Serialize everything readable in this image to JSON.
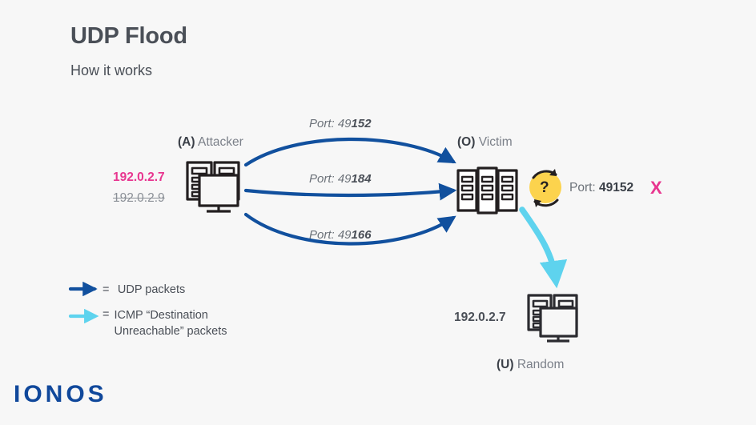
{
  "header": {
    "title": "UDP Flood",
    "subtitle": "How it works"
  },
  "colors": {
    "background": "#f7f7f7",
    "udp_arrow": "#11509e",
    "icmp_arrow": "#5ed3ee",
    "accent_pink": "#e8358f",
    "question_badge": "#fcd34d",
    "icon_dark": "#231f20",
    "logo_blue": "#10489b",
    "text_gray": "#4a4f57",
    "text_light_gray": "#7b8089"
  },
  "attacker": {
    "label_tag": "(A)",
    "label_name": "Attacker",
    "ip_spoofed": "192.0.2.7",
    "ip_real": "192.0.2.9",
    "icon": "desktop-computer-icon"
  },
  "victim": {
    "label_tag": "(O)",
    "label_name": "Victim",
    "icon": "server-rack-icon",
    "badge_glyph": "?",
    "badge_icon": "refresh-question-icon",
    "port_prefix": "Port: ",
    "port_value": "49152",
    "fail_mark": "X"
  },
  "random_host": {
    "label_tag": "(U)",
    "label_name": "Random",
    "ip": "192.0.2.7",
    "icon": "desktop-computer-icon"
  },
  "packets": [
    {
      "prefix": "Port: 49",
      "suffix": "152",
      "path": "top-curve"
    },
    {
      "prefix": "Port: 49",
      "suffix": "184",
      "path": "middle-straight"
    },
    {
      "prefix": "Port: 49",
      "suffix": "166",
      "path": "bottom-curve"
    }
  ],
  "legend": {
    "equals": "=",
    "items": [
      {
        "arrow": "udp-arrow-icon",
        "text": "UDP packets"
      },
      {
        "arrow": "icmp-arrow-icon",
        "text": "ICMP “Destination\nUnreachable” packets"
      }
    ]
  },
  "brand": {
    "logo_text": "IONOS"
  }
}
